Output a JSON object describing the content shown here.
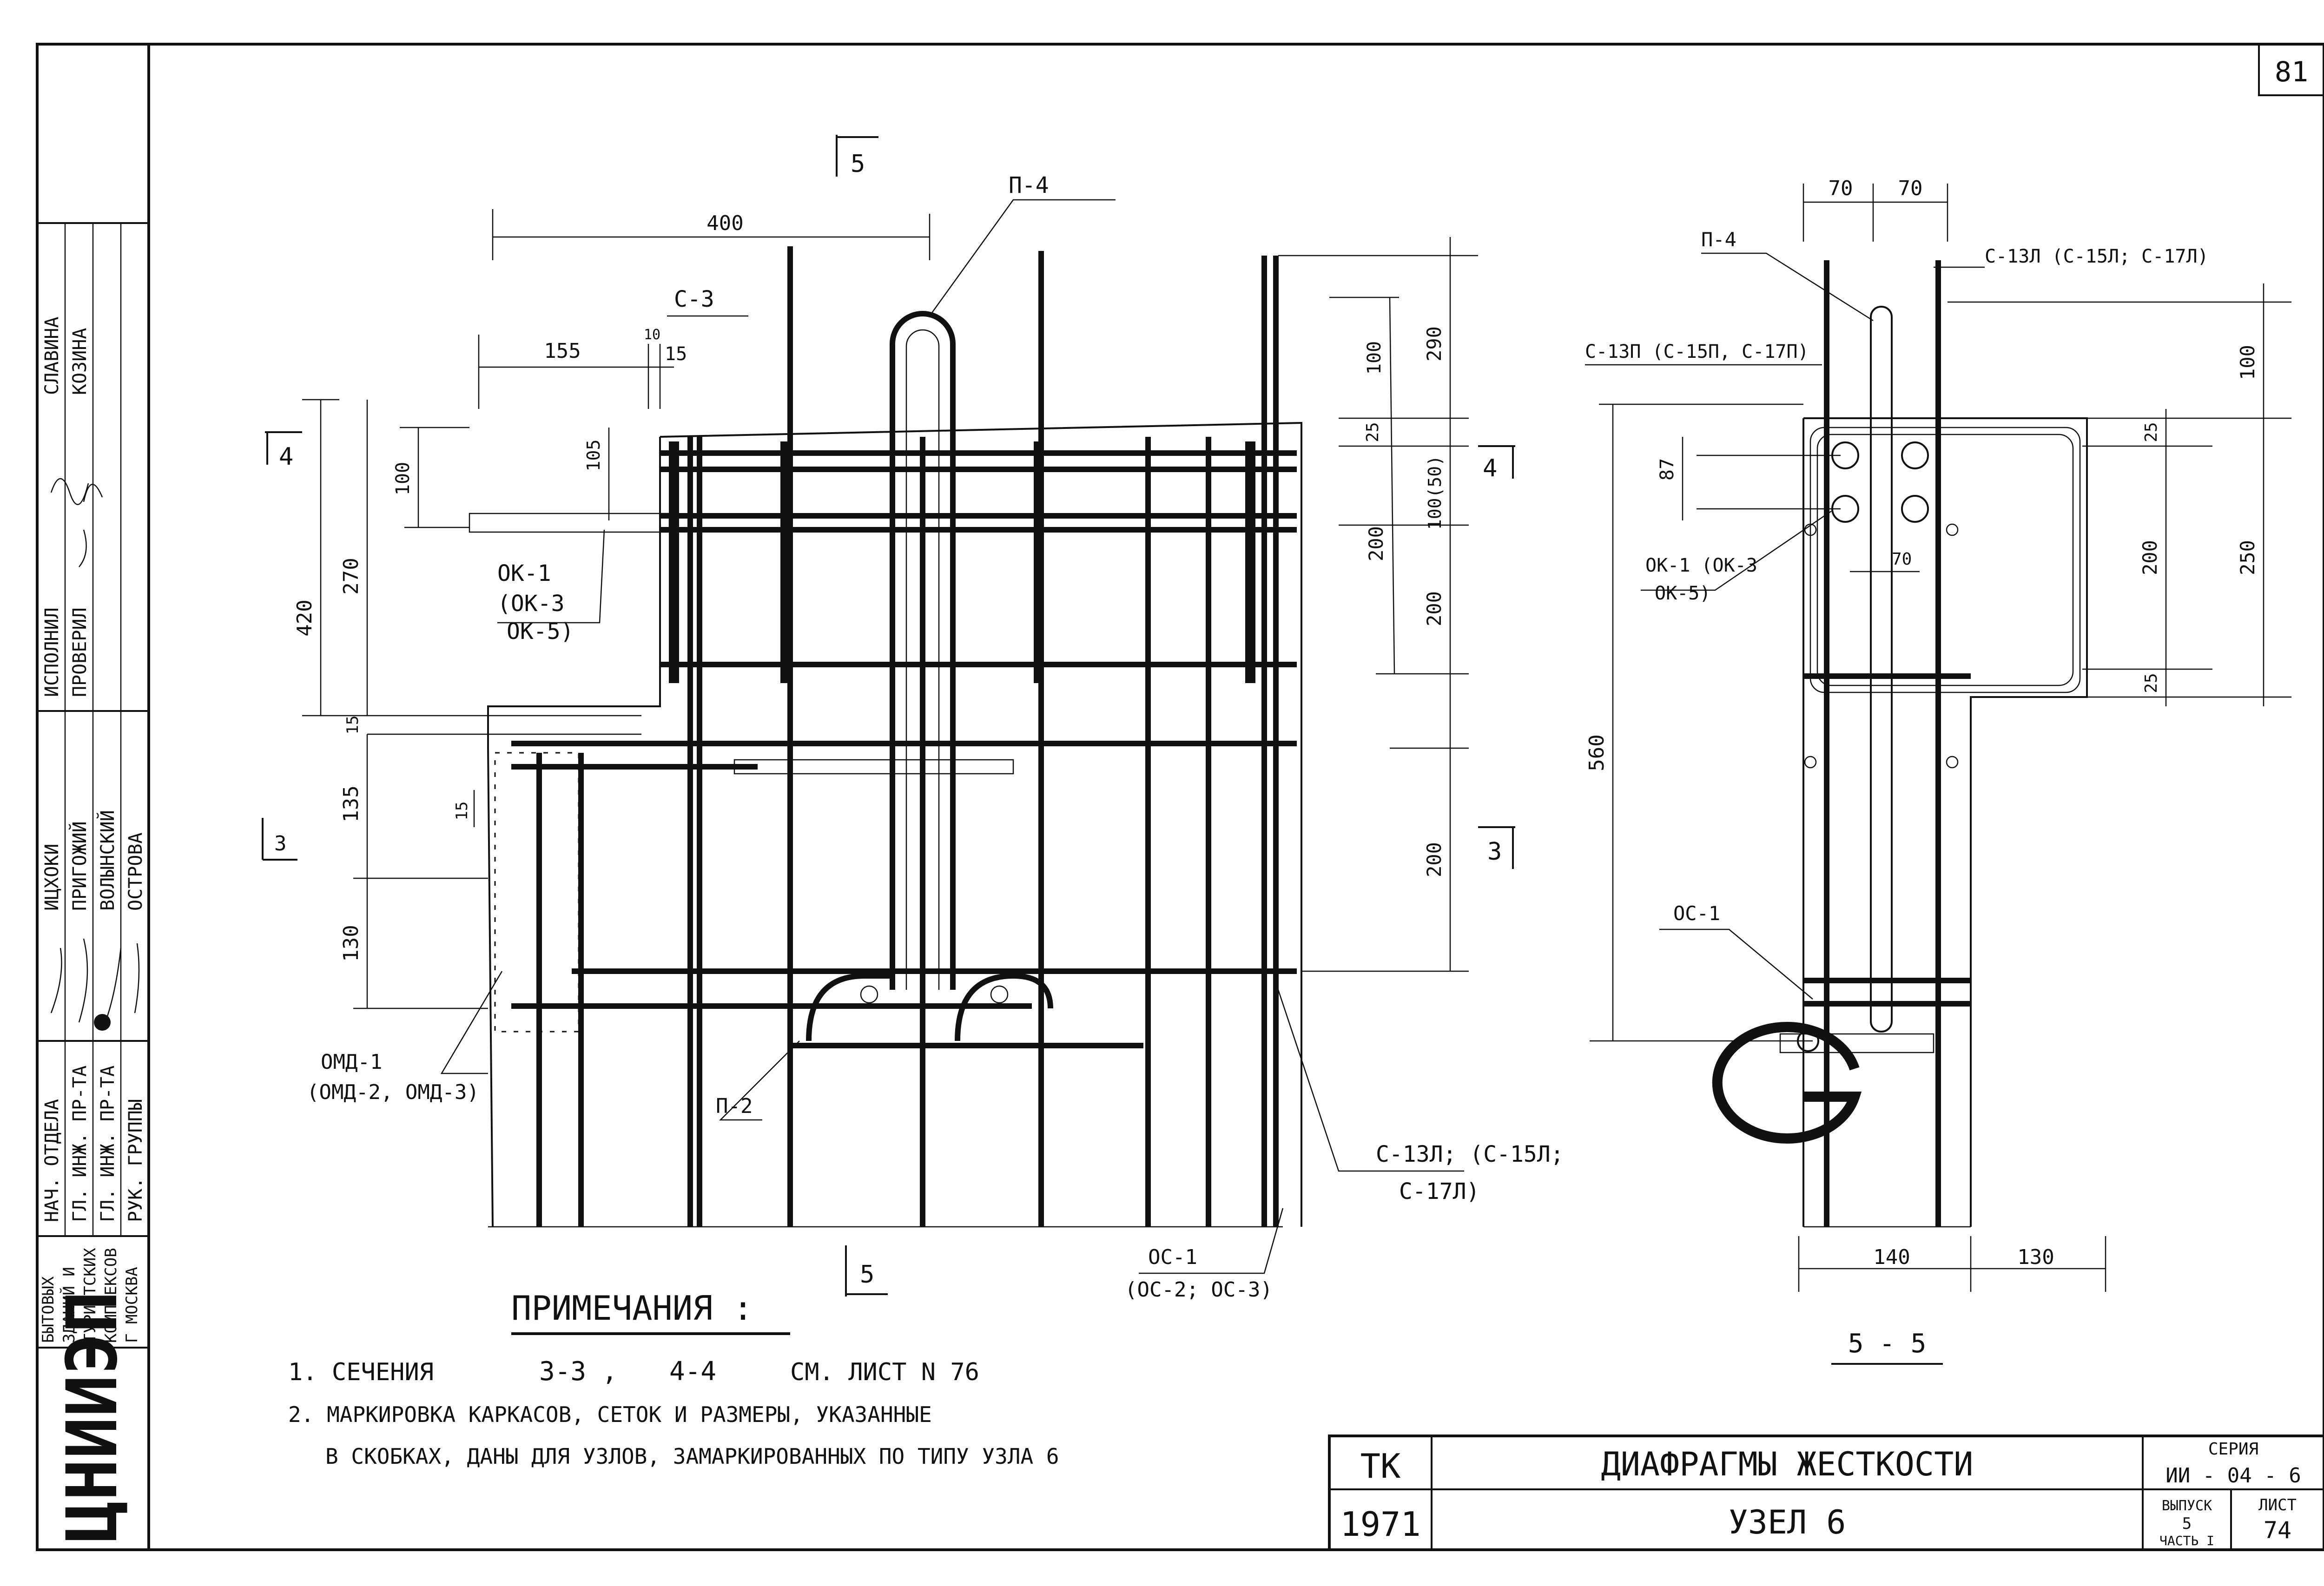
{
  "sheet": {
    "page_number": "81"
  },
  "stamp_left": {
    "org_lines": [
      "БЫТОВЫХ",
      "ЗДАНИЙ И",
      "ТУРИСТСКИХ",
      "КОМПЛЕКСОВ",
      "Г МОСКВА"
    ],
    "org_logo": "ЦНИИЭП",
    "roles_top": [
      "ИСПОЛНИЛ",
      "ПРОВЕРИЛ"
    ],
    "names_top": [
      "СЛАВИНА",
      "КОЗИНА"
    ],
    "roles": [
      "НАЧ. ОТДЕЛА",
      "ГЛ. ИНЖ. ПР-ТА",
      "ГЛ. ИНЖ. ПР-ТА",
      "РУК. ГРУППЫ"
    ],
    "names": [
      "ИЦХОКИ",
      "ПРИГОЖИЙ",
      "ВОЛЫНСКИЙ",
      "ОСТРОВА"
    ]
  },
  "main_view": {
    "labels": {
      "p4": "П-4",
      "s3": "С-3",
      "ok1": "ОК-1",
      "ok1_alt": "(ОК-3",
      "ok1_alt2": "ОК-5)",
      "omd1": "ОМД-1",
      "omd1_alt": "(ОМД-2, ОМД-3)",
      "p2": "П-2",
      "s13l": "С-13Л; (С-15Л;",
      "s13l_alt": "С-17Л)",
      "os1": "ОС-1",
      "os1_alt": "(ОС-2; ОС-3)"
    },
    "dims": {
      "d400": "400",
      "d155": "155",
      "d10": "10",
      "d15a": "15",
      "d105": "105",
      "d100a": "100",
      "d420": "420",
      "d270": "270",
      "d15b": "15",
      "d135": "135",
      "d15c": "15",
      "d130": "130",
      "d290": "290",
      "d100b": "100",
      "d25": "25",
      "d100_50": "100(50)",
      "d200a": "200",
      "d200b": "200",
      "d200c": "200"
    },
    "sections": {
      "s5top": "5",
      "s5bot": "5",
      "s4left": "4",
      "s4right": "4",
      "s3left": "3",
      "s3right": "3"
    }
  },
  "section_view": {
    "title": "5 - 5",
    "labels": {
      "p4": "П-4",
      "s13l": "С-13Л (С-15Л; С-17Л)",
      "s13p": "С-13П (С-15П, С-17П)",
      "ok1": "ОК-1 (ОК-3",
      "ok5": "ОК-5)",
      "os1": "ОС-1"
    },
    "dims": {
      "d70a": "70",
      "d70b": "70",
      "d87": "87",
      "d70c": "70",
      "d560": "560",
      "d100": "100",
      "d25a": "25",
      "d200": "200",
      "d250": "250",
      "d25b": "25",
      "d140": "140",
      "d130": "130"
    }
  },
  "notes": {
    "heading": "ПРИМЕЧАНИЯ :",
    "n1_a": "1. СЕЧЕНИЯ",
    "n1_b": "3-3 ,",
    "n1_c": "4-4",
    "n1_d": "СМ. ЛИСТ N 76",
    "n2_a": "2. МАРКИРОВКА КАРКАСОВ, СЕТОК И РАЗМЕРЫ, УКАЗАННЫЕ",
    "n2_b": "В СКОБКАХ, ДАНЫ ДЛЯ УЗЛОВ, ЗАМАРКИРОВАННЫХ ПО ТИПУ УЗЛА 6"
  },
  "title_block": {
    "tk": "ТК",
    "year": "1971",
    "title": "ДИАФРАГМЫ ЖЕСТКОСТИ",
    "subtitle": "УЗЕЛ 6",
    "series_label": "СЕРИЯ",
    "series": "ИИ - 04 - 6",
    "issue_label": "ВЫПУСК",
    "issue": "5",
    "part": "ЧАСТЬ I",
    "sheet_label": "ЛИСТ",
    "sheet": "74"
  }
}
